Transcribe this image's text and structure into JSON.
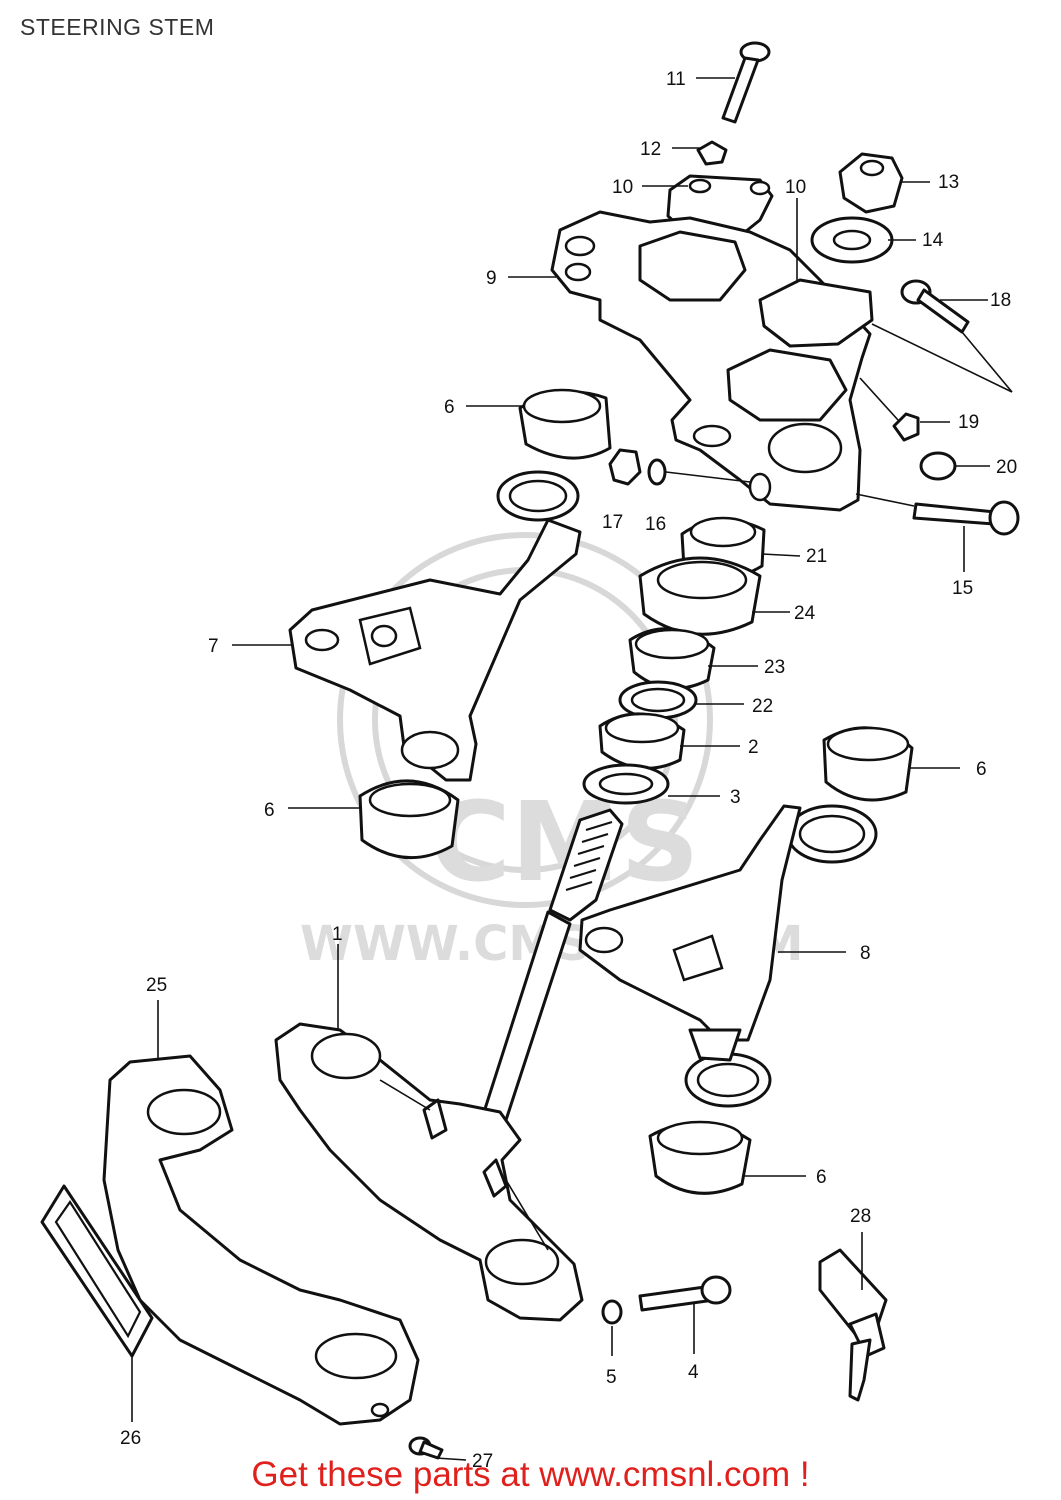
{
  "title": "STEERING STEM",
  "watermark": {
    "brand": "CMS",
    "url": "WWW.CMSNL.COM"
  },
  "footer": {
    "text": "Get these parts at www.cmsnl.com !",
    "color": "#e0201c"
  },
  "callouts": [
    {
      "id": "c11",
      "label": "11",
      "part": "bolt"
    },
    {
      "id": "c12",
      "label": "12",
      "part": "nut"
    },
    {
      "id": "c10a",
      "label": "10",
      "part": "handlebar-clamp"
    },
    {
      "id": "c10b",
      "label": "10",
      "part": "handlebar-clamp"
    },
    {
      "id": "c13",
      "label": "13",
      "part": "stem-nut"
    },
    {
      "id": "c14",
      "label": "14",
      "part": "washer"
    },
    {
      "id": "c9",
      "label": "9",
      "part": "upper-bracket"
    },
    {
      "id": "c18",
      "label": "18",
      "part": "bolt"
    },
    {
      "id": "c6a",
      "label": "6",
      "part": "grommet"
    },
    {
      "id": "c19",
      "label": "19",
      "part": "nut"
    },
    {
      "id": "c20",
      "label": "20",
      "part": "cap"
    },
    {
      "id": "c17",
      "label": "17",
      "part": "cap-nut"
    },
    {
      "id": "c16",
      "label": "16",
      "part": "washer"
    },
    {
      "id": "c15",
      "label": "15",
      "part": "bolt"
    },
    {
      "id": "c21",
      "label": "21",
      "part": "lock-nut"
    },
    {
      "id": "c24",
      "label": "24",
      "part": "dust-cover"
    },
    {
      "id": "c7",
      "label": "7",
      "part": "headlamp-bracket-left"
    },
    {
      "id": "c23",
      "label": "23",
      "part": "bearing"
    },
    {
      "id": "c22",
      "label": "22",
      "part": "race"
    },
    {
      "id": "c2",
      "label": "2",
      "part": "bearing"
    },
    {
      "id": "c6b",
      "label": "6",
      "part": "grommet"
    },
    {
      "id": "c3",
      "label": "3",
      "part": "seal"
    },
    {
      "id": "c6c",
      "label": "6",
      "part": "grommet"
    },
    {
      "id": "c8",
      "label": "8",
      "part": "headlamp-bracket-right"
    },
    {
      "id": "c1",
      "label": "1",
      "part": "steering-stem"
    },
    {
      "id": "c25",
      "label": "25",
      "part": "cover"
    },
    {
      "id": "c6d",
      "label": "6",
      "part": "grommet"
    },
    {
      "id": "c28",
      "label": "28",
      "part": "steering-lock"
    },
    {
      "id": "c5",
      "label": "5",
      "part": "washer"
    },
    {
      "id": "c4",
      "label": "4",
      "part": "bolt"
    },
    {
      "id": "c26",
      "label": "26",
      "part": "reflector"
    },
    {
      "id": "c27",
      "label": "27",
      "part": "screw"
    }
  ]
}
